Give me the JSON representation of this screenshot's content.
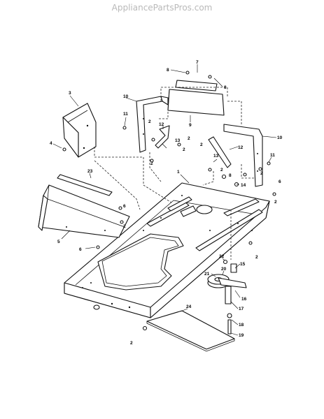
{
  "watermark": "AppliancePartsPros.com",
  "callouts": [
    "1",
    "2",
    "3",
    "4",
    "5",
    "6",
    "7",
    "8",
    "9",
    "10",
    "11",
    "12",
    "13",
    "14",
    "15",
    "16",
    "17",
    "18",
    "19",
    "20",
    "21",
    "22",
    "23",
    "24"
  ]
}
